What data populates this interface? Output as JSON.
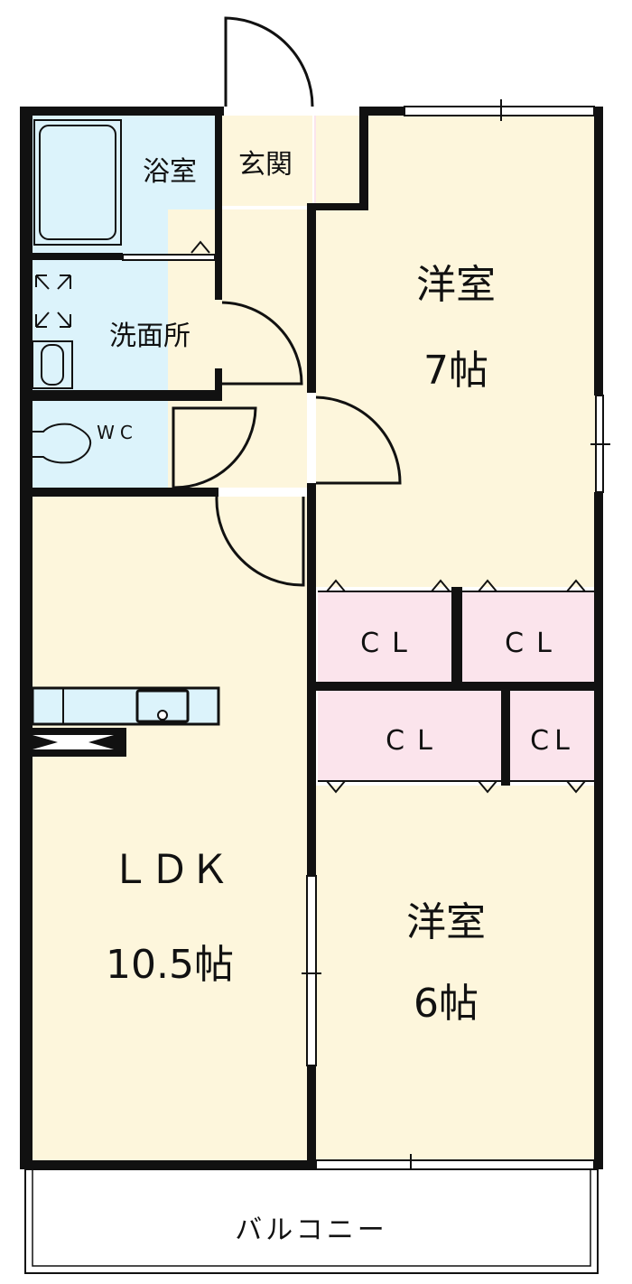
{
  "rooms": {
    "bath": "浴室",
    "entrance": "玄関",
    "washroom": "洗面所",
    "wc": "WC",
    "western1_name": "洋室",
    "western1_size": "7帖",
    "closet1": "CL",
    "closet2": "CL",
    "closet3": "CL",
    "closet4": "CL",
    "ldk_name": "ＬＤＫ",
    "ldk_size": "10.5帖",
    "western2_name": "洋室",
    "western2_size": "6帖",
    "balcony": "バルコニー"
  },
  "colors": {
    "floor": "#fdf6dc",
    "wet": "#dcf3fb",
    "storage": "#fbe4ec",
    "wall": "#111111"
  }
}
